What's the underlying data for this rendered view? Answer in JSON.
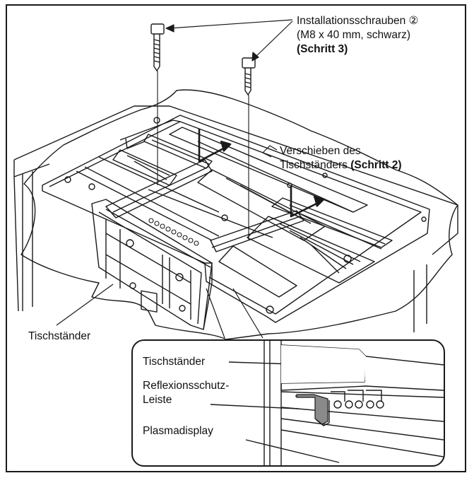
{
  "labels": {
    "screws_line1": "Installationsschrauben ②",
    "screws_line2": "(M8 x 40 mm, schwarz)",
    "screws_step": "(Schritt 3)",
    "slide_line1": "Verschieben des",
    "slide_line2_prefix": "Tischständers ",
    "slide_step": "(Schritt 2)",
    "stand": "Tischständer"
  },
  "inset": {
    "stand": "Tischständer",
    "antiglare_line1": "Reflexionsschutz-",
    "antiglare_line2": "Leiste",
    "display": "Plasmadisplay"
  },
  "colors": {
    "line": "#1a1a1a",
    "shade_dark": "#8a8a8a",
    "shade_light": "#c8c8c8",
    "paper": "#ffffff"
  }
}
